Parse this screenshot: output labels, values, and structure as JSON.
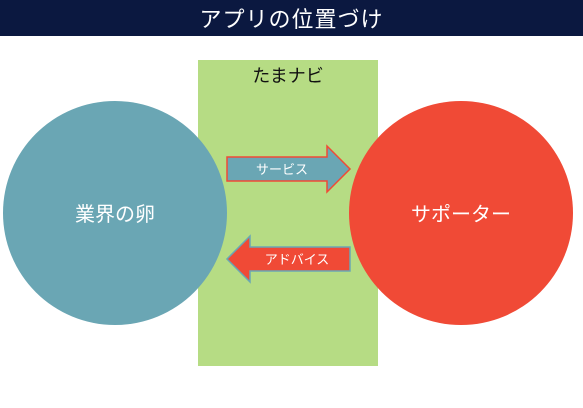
{
  "header": {
    "title": "アプリの位置づけ"
  },
  "diagram": {
    "platform_label": "たまナビ",
    "left_circle_label": "業界の卵",
    "right_circle_label": "サポーター",
    "arrow_right_label": "サービス",
    "arrow_left_label": "アドバイス"
  },
  "colors": {
    "title_bar": "#0b1840",
    "platform_box": "#b6dc84",
    "left_circle": "#6aa6b4",
    "right_circle": "#f04a36",
    "arrow_right_fill": "#6aa6b4",
    "arrow_right_stroke": "#f04a36",
    "arrow_left_fill": "#f04a36",
    "arrow_left_stroke": "#6aa6b4"
  }
}
